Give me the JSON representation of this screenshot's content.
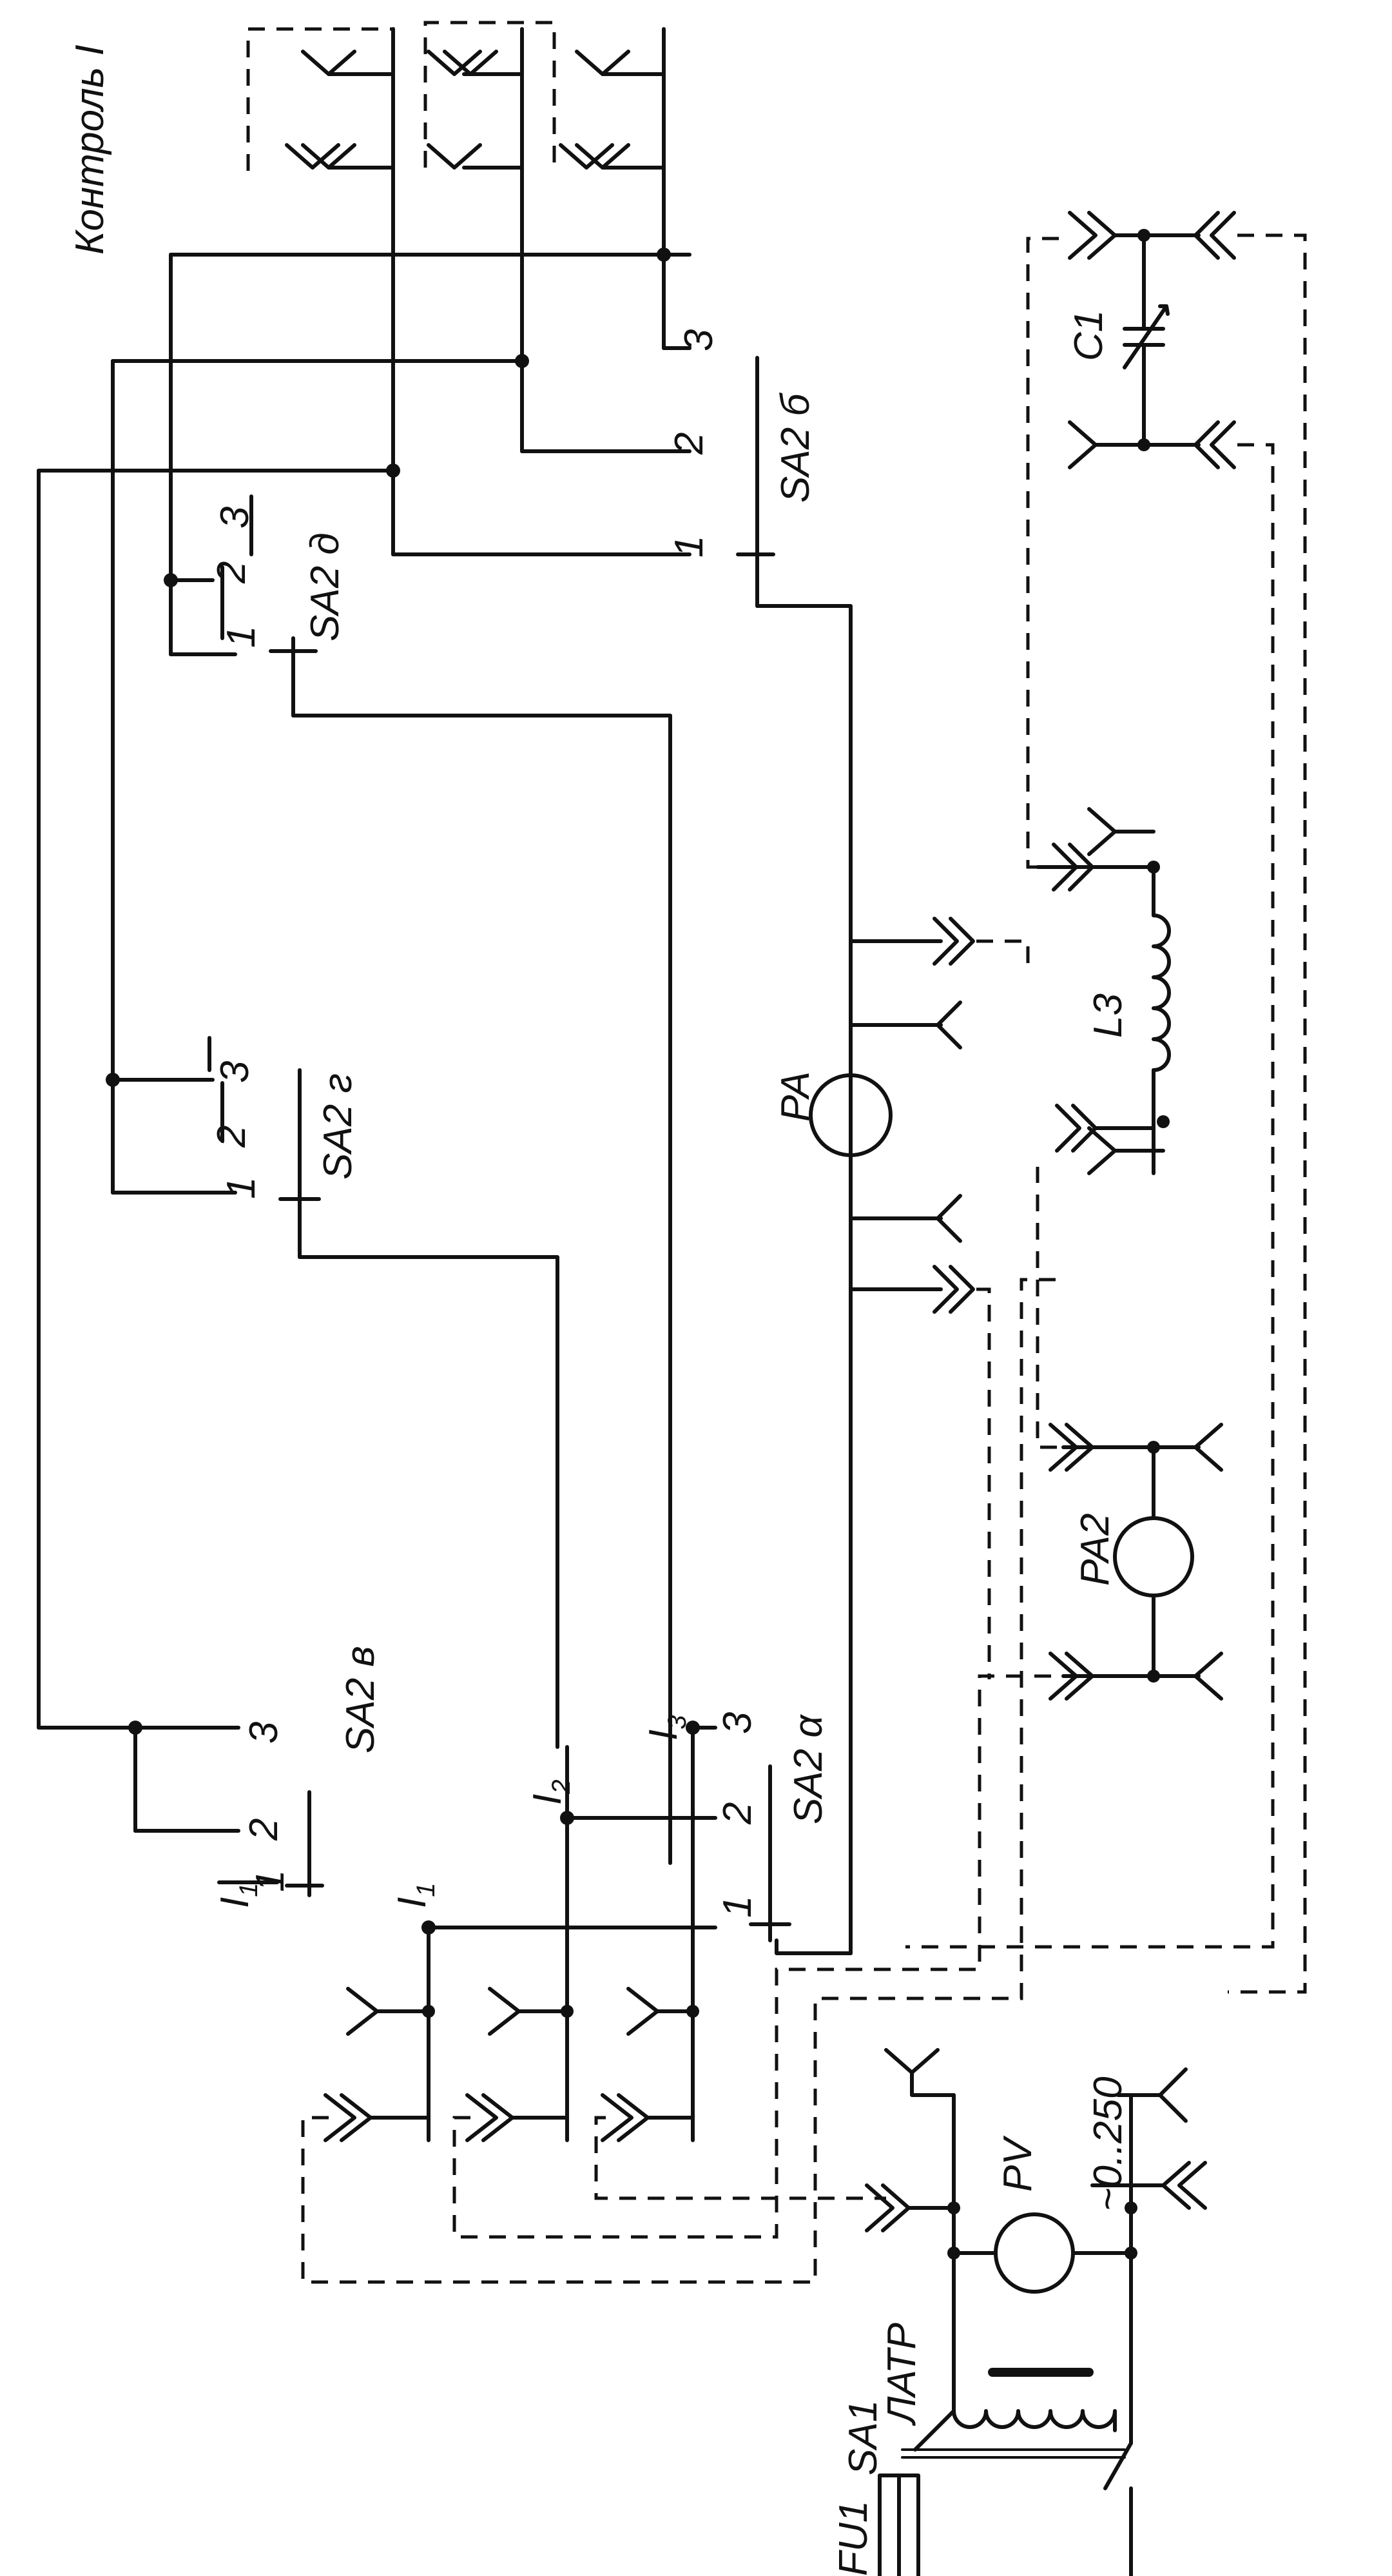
{
  "labels": {
    "control": "Контроль I",
    "sa2b": "SA2 б",
    "sa2d": "SA2 д",
    "sa2g": "SA2 г",
    "sa2v": "SA2 в",
    "sa2a": "SA2 α",
    "pa": "PA",
    "pa2": "PA2",
    "l3": "L3",
    "c1": "C1",
    "pv": "PV",
    "pv_range": "~0..250",
    "latr": "ЛАТР",
    "sa1": "SA1",
    "fu1": "FU1",
    "i1": "I",
    "i1_sub": "1",
    "i2": "I",
    "i2_sub": "2",
    "i3": "I",
    "i3_sub": "3",
    "t1": "I",
    "t1_sub": "1",
    "n1": "1",
    "n2": "2",
    "n3": "3"
  }
}
